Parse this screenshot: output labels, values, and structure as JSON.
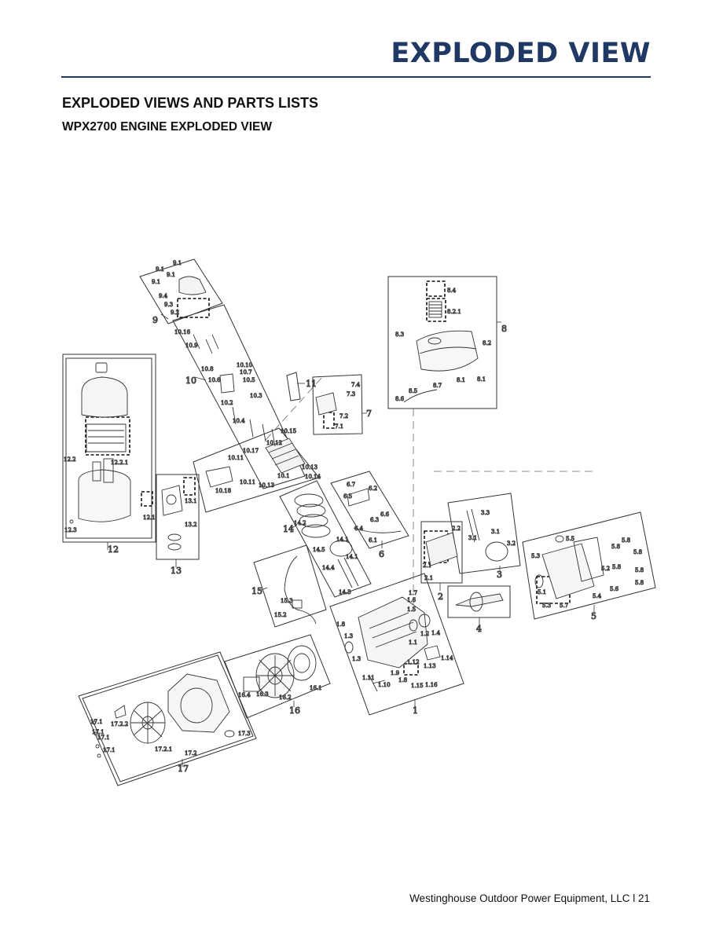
{
  "header": {
    "title": "EXPLODED VIEW"
  },
  "section": {
    "title": "EXPLODED VIEWS AND PARTS LISTS",
    "subtitle": "WPX2700 ENGINE EXPLODED VIEW"
  },
  "diagram": {
    "groups": [
      "1",
      "2",
      "3",
      "4",
      "5",
      "6",
      "7",
      "8",
      "9",
      "10",
      "11",
      "12",
      "13",
      "14",
      "15",
      "16",
      "17"
    ],
    "callouts": {
      "g9": [
        "9.1",
        "9.1",
        "9.1",
        "9.1",
        "9.4",
        "9.3",
        "9.2"
      ],
      "g10": [
        "10.16",
        "10.9",
        "10.10",
        "10.8",
        "10.7",
        "10.6",
        "10.5",
        "10.3",
        "10.2",
        "10.4",
        "10.15",
        "10.12",
        "10.17",
        "10.11",
        "10.1",
        "10.13",
        "10.14",
        "10.18",
        "10.11",
        "10.13"
      ],
      "g8": [
        "8.4",
        "8.2.1",
        "8.3",
        "8.2",
        "8.7",
        "8.1",
        "8.1",
        "8.5",
        "8.6"
      ],
      "g7": [
        "7.4",
        "7.3",
        "7.2",
        "7.1"
      ],
      "g12": [
        "12.2",
        "12.2.1",
        "12.1",
        "12.3"
      ],
      "g13": [
        "13.1",
        "13.2"
      ],
      "g6": [
        "6.7",
        "6.2",
        "6.5",
        "6.6",
        "6.3",
        "6.4",
        "6.1"
      ],
      "g14": [
        "14.2",
        "14.5",
        "14.1",
        "14.1",
        "14.4",
        "14.3"
      ],
      "g2": [
        "2.2",
        "2.1",
        "2.1"
      ],
      "g3": [
        "3.3",
        "3.1",
        "3.1",
        "3.2"
      ],
      "g5": [
        "5.5",
        "5.3",
        "5.8",
        "5.8",
        "5.8",
        "5.2",
        "5.8",
        "5.8",
        "5.1",
        "5.6",
        "5.3",
        "5.7",
        "5.4",
        "5.8"
      ],
      "g15": [
        "15.3",
        "15.2"
      ],
      "g1": [
        "1.7",
        "1.6",
        "1.5",
        "1.8",
        "1.3",
        "1.2",
        "1.4",
        "1.1",
        "1.14",
        "1.3",
        "1.12",
        "1.13",
        "1.11",
        "1.9",
        "1.8",
        "1.10",
        "1.15",
        "1.16"
      ],
      "g16": [
        "16.4",
        "16.3",
        "16.2",
        "16.1"
      ],
      "g17": [
        "17.1",
        "17.2.2",
        "17.1",
        "17.1",
        "17.1",
        "17.2.1",
        "17.2",
        "17.3"
      ]
    }
  },
  "footer": {
    "text": "Westinghouse Outdoor Power Equipment, LLC l 21"
  }
}
